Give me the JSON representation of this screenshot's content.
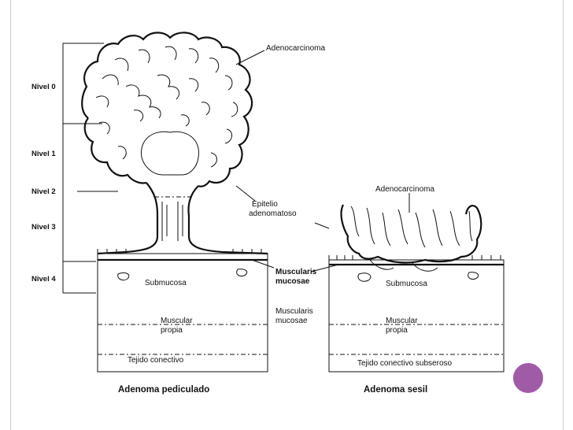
{
  "levels": {
    "level_0": "Nivel  0",
    "level_1": "Nivel  1",
    "level_2": "Nivel  2",
    "level_3": "Nivel  3",
    "level_4": "Nivel  4"
  },
  "left_diagram": {
    "adenocarcinoma": "Adenocarcinoma",
    "epitelio_line1": "Epitelio",
    "epitelio_line2": "adenomatoso",
    "submucosa": "Submucosa",
    "muscular_line1": "Muscular",
    "muscular_line2": "propia",
    "tejido": "Tejido conectivo",
    "caption": "Adenoma pediculado"
  },
  "middle_labels": {
    "muscularis_bold_line1": "Muscularis",
    "muscularis_bold_line2": "mucosae",
    "muscularis_line1": "Muscularis",
    "muscularis_line2": "mucosae"
  },
  "right_diagram": {
    "adenocarcinoma": "Adenocarcinoma",
    "submucosa": "Submucosa",
    "muscular_line1": "Muscular",
    "muscular_line2": "propia",
    "tejido": "Tejido conectivo subseroso",
    "caption": "Adenoma sesil"
  },
  "decor": {
    "circle_color": "#a05ba6"
  }
}
